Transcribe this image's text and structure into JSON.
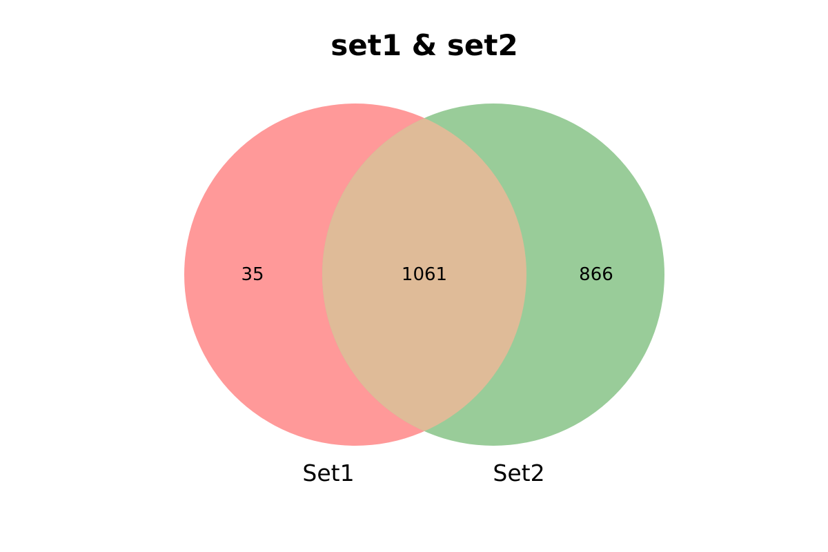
{
  "title": "set1 & set2",
  "sets": [
    {
      "name": "Set1",
      "color": "#ff9999"
    },
    {
      "name": "Set2",
      "color": "#99cc99"
    }
  ],
  "overlap_color": "#dfbb98",
  "regions": {
    "set1_only": "35",
    "intersection": "1061",
    "set2_only": "866"
  }
}
